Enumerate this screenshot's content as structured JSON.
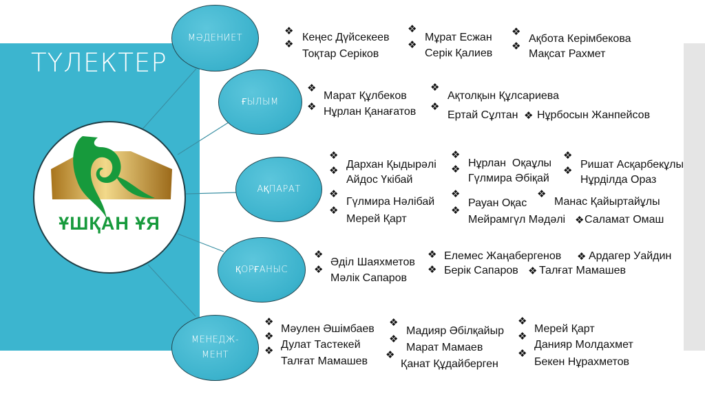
{
  "title": "ТҮЛЕКТЕР",
  "logo": {
    "text": "ҰШҚАН ҰЯ"
  },
  "bullet_icon": "diamond-bullet",
  "colors": {
    "panel": "#3cb5cf",
    "oval": "#3bb2cc",
    "logo_green": "#179a3c",
    "logo_gold": "#c9962e"
  },
  "categories": [
    {
      "label": "МӘДЕНИЕТ",
      "names": [
        "Кеңес Дүйсекеев",
        "Тоқтар Серіков",
        "Мұрат Есжан",
        "Серік Қалиев",
        "Ақбота Керімбекова",
        "Мақсат Рахмет"
      ]
    },
    {
      "label": "ҒЫЛЫМ",
      "names": [
        "Марат Құлбеков",
        "Нұрлан Қанағатов",
        "Ақтолқын Құлсариева",
        "Ертай Сұлтан",
        "Нұрбосын Жанпейсов"
      ]
    },
    {
      "label": "АҚПАРАТ",
      "names": [
        "Дархан Қыдырәлі",
        "Айдос Үкібай",
        "Гүлмира Нәлібай",
        "Мерей Қарт",
        "Нұрлан  Оқаұлы",
        "Гүлмира Әбіқай",
        "Рауан Оқас",
        "Мейрамгүл Мәдәлі",
        "Ришат Асқарбекұлы",
        "Нұрділда Ораз",
        "Манас Қайыртайұлы",
        "Саламат Омаш"
      ]
    },
    {
      "label": "ҚОРҒАНЫС",
      "names": [
        "Әділ Шаяхметов",
        "Мәлік Сапаров",
        "Елемес Жаңабергенов",
        "Берік Сапаров",
        "Ардагер Уайдин",
        "Талғат Мамашев"
      ]
    },
    {
      "label": "МЕНЕДЖ-\nМЕНТ",
      "names": [
        "Мәулен Әшімбаев",
        "Дулат Тастекей",
        "Талғат Мамашев",
        "Мадияр Әбілқайыр",
        "Марат Мамаев",
        "Қанат Құдайберген",
        "Мерей Қарт",
        "Данияр Молдахмет",
        "Бекен Нұрахметов"
      ]
    }
  ]
}
